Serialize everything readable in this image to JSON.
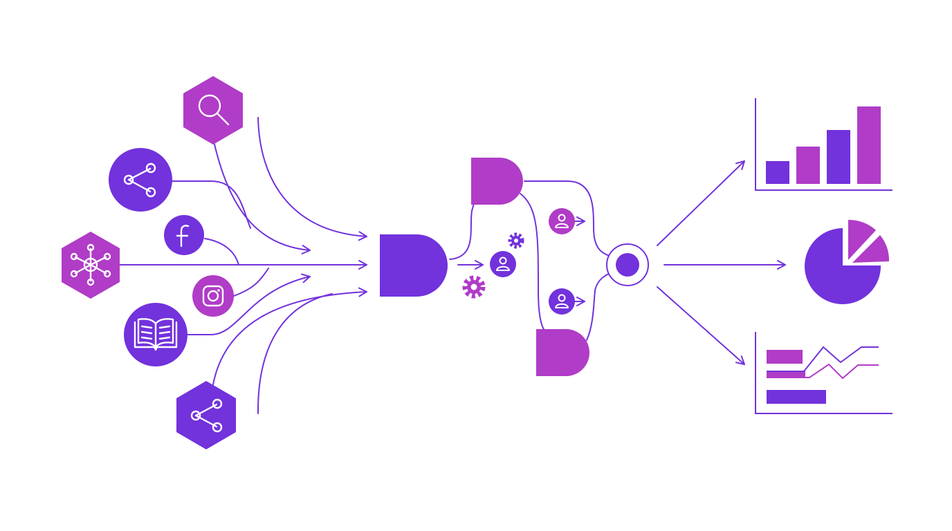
{
  "colors": {
    "purple": "#7232DC",
    "magenta": "#B03CC7",
    "line": "#7232DC",
    "background": "#FFFFFF"
  },
  "sources": [
    {
      "name": "search",
      "icon": "search-icon",
      "shape": "hexagon",
      "color": "magenta"
    },
    {
      "name": "share",
      "icon": "share-icon",
      "shape": "circle",
      "color": "purple"
    },
    {
      "name": "facebook",
      "icon": "facebook-icon",
      "shape": "circle",
      "color": "purple",
      "glyph": "f"
    },
    {
      "name": "network",
      "icon": "network-icon",
      "shape": "hexagon",
      "color": "magenta"
    },
    {
      "name": "instagram",
      "icon": "instagram-icon",
      "shape": "circle",
      "color": "magenta"
    },
    {
      "name": "book",
      "icon": "book-icon",
      "shape": "circle",
      "color": "purple"
    },
    {
      "name": "share-2",
      "icon": "share-icon",
      "shape": "hexagon",
      "color": "purple"
    }
  ],
  "processing": [
    {
      "name": "merge-gate",
      "shape": "d-gate",
      "color": "purple"
    },
    {
      "name": "upper-gate",
      "shape": "d-gate",
      "color": "magenta"
    },
    {
      "name": "lower-gate",
      "shape": "d-gate",
      "color": "magenta"
    },
    {
      "name": "output-node",
      "shape": "ring",
      "color": "purple"
    }
  ],
  "outputs": [
    {
      "name": "bar-chart",
      "icon": "bar-chart-icon",
      "bars": [
        0.28,
        0.5,
        0.72,
        1.0
      ]
    },
    {
      "name": "pie-chart",
      "icon": "pie-chart-icon"
    },
    {
      "name": "combo-chart",
      "icon": "line-bar-chart-icon"
    }
  ]
}
